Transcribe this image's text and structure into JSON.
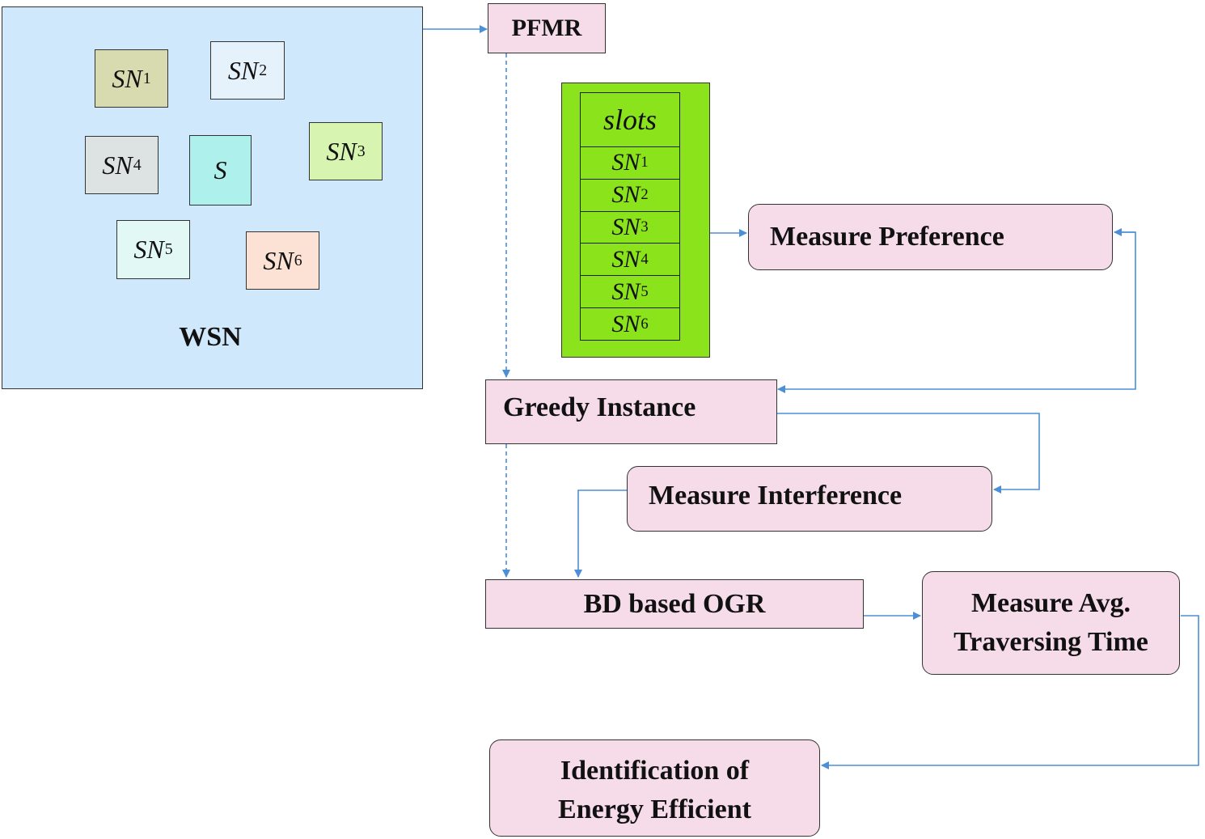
{
  "wsn": {
    "label": "WSN",
    "sink": "S",
    "nodes": [
      {
        "base": "SN",
        "sub": "1"
      },
      {
        "base": "SN",
        "sub": "2"
      },
      {
        "base": "SN",
        "sub": "3"
      },
      {
        "base": "SN",
        "sub": "4"
      },
      {
        "base": "SN",
        "sub": "5"
      },
      {
        "base": "SN",
        "sub": "6"
      }
    ]
  },
  "slots": {
    "header": "slots",
    "items": [
      {
        "base": "SN",
        "sub": "1"
      },
      {
        "base": "SN",
        "sub": "2"
      },
      {
        "base": "SN",
        "sub": "3"
      },
      {
        "base": "SN",
        "sub": "4"
      },
      {
        "base": "SN",
        "sub": "5"
      },
      {
        "base": "SN",
        "sub": "6"
      }
    ]
  },
  "boxes": {
    "pfmr": "PFMR",
    "measure_preference": "Measure Preference",
    "greedy_instance": "Greedy Instance",
    "measure_interference": "Measure Interference",
    "bd_based_ogr": "BD based OGR",
    "measure_avg_line1": "Measure Avg.",
    "measure_avg_line2": "Traversing Time",
    "identification_line1": "Identification of",
    "identification_line2": "Energy Efficient"
  },
  "colors": {
    "wsn_bg": "#cfe8fb",
    "slots_bg": "#8be31c",
    "box_fill": "#f5dce8",
    "arrow": "#4a8fd8",
    "sn1": "#d8dbb0",
    "sn2": "#e6f2fb",
    "sn3": "#d7f5b0",
    "sn4": "#dde2e3",
    "sn5": "#e2f8f4",
    "sn6": "#fce2d4",
    "sink": "#aef0ec"
  }
}
